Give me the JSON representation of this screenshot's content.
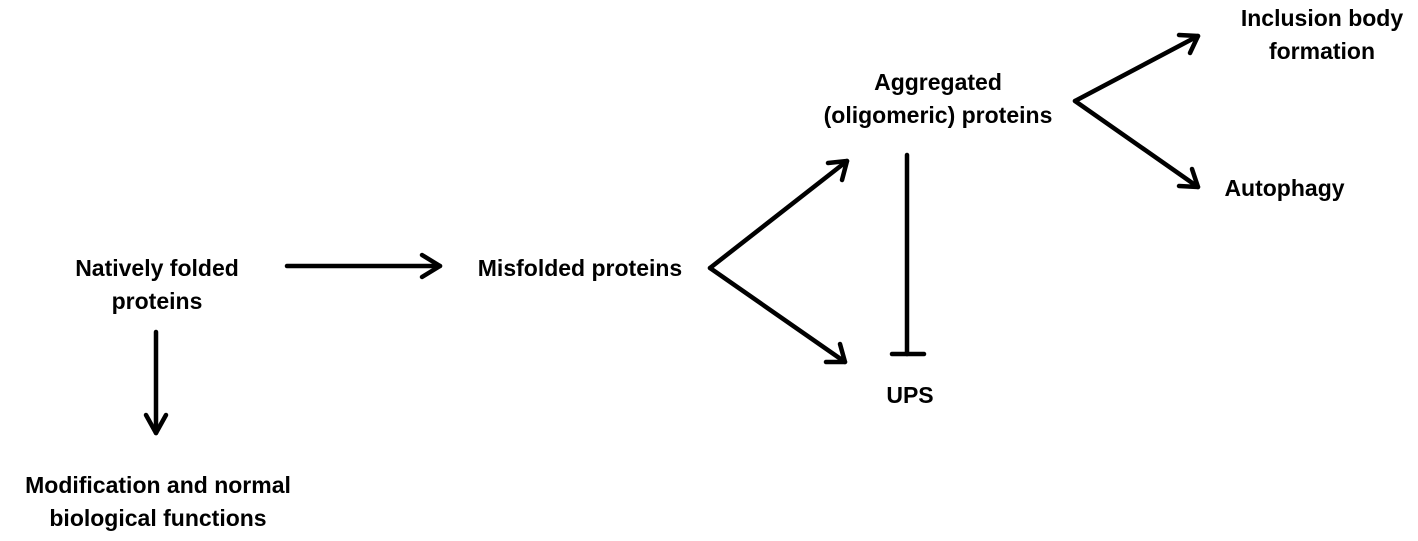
{
  "nodes": {
    "native": {
      "line1": "Natively folded",
      "line2": "proteins"
    },
    "modification": {
      "line1": "Modification and normal",
      "line2": "biological functions"
    },
    "misfolded": {
      "line1": "Misfolded proteins"
    },
    "aggregated": {
      "line1": "Aggregated",
      "line2": "(oligomeric) proteins"
    },
    "ups": {
      "line1": "UPS"
    },
    "inclusion": {
      "line1": "Inclusion body",
      "line2": "formation"
    },
    "autophagy": {
      "line1": "Autophagy"
    }
  },
  "colors": {
    "stroke": "#000000",
    "text": "#000000",
    "background": "#ffffff"
  }
}
